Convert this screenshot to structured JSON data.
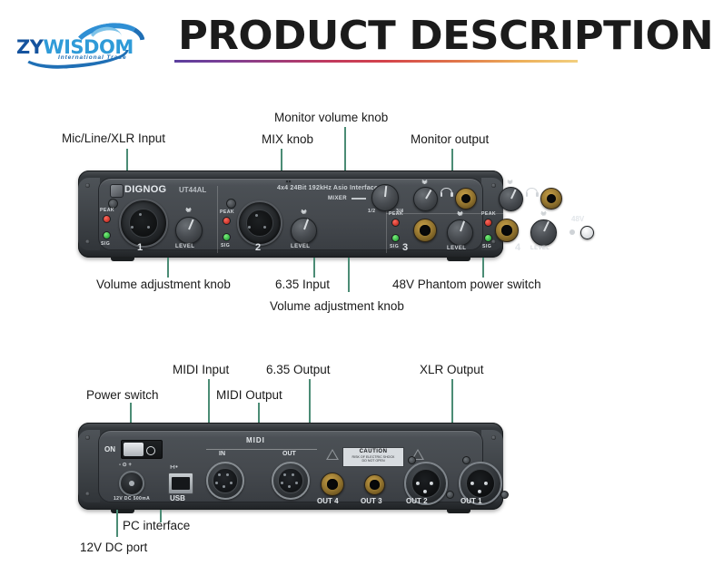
{
  "header": {
    "logo": {
      "part1": "ZY",
      "part2": "WISDOM",
      "tagline": "International Trade",
      "color_primary": "#15539e",
      "color_secondary": "#2f9bd8"
    },
    "title": "PRODUCT DESCRIPTION",
    "rule_gradient": [
      "#5b3f9e",
      "#c0395f",
      "#d4434b",
      "#edb05a",
      "#f2cf7e"
    ]
  },
  "callout_color": "#4b8c75",
  "front_panel": {
    "labels_top": [
      {
        "text": "Mic/Line/XLR Input"
      },
      {
        "text": "Monitor volume knob"
      },
      {
        "text": "MIX knob"
      },
      {
        "text": "Monitor output"
      }
    ],
    "labels_bottom": [
      {
        "text": "Volume adjustment knob"
      },
      {
        "text": "6.35 Input"
      },
      {
        "text": "Volume adjustment knob"
      },
      {
        "text": "48V Phantom power switch"
      }
    ],
    "brand": "DIGNOG",
    "model": "UT44AL",
    "spec": "4x4 24Bit 192kHz Asio Interface",
    "mixer_label": "MIXER",
    "mixer_scale_left": "1/2",
    "mixer_scale_right": "3/4",
    "phantom_label": "48V",
    "channels": [
      {
        "number": "1",
        "peak": "PEAK",
        "sig": "SIG",
        "level": "LEVEL"
      },
      {
        "number": "2",
        "peak": "PEAK",
        "sig": "SIG",
        "level": "LEVEL"
      },
      {
        "number": "3",
        "peak": "PEAK",
        "sig": "SIG",
        "level": "LEVEL"
      },
      {
        "number": "4",
        "peak": "PEAK",
        "sig": "SIG",
        "level": "LEVEL"
      }
    ]
  },
  "rear_panel": {
    "labels_top": [
      {
        "text": "Power switch"
      },
      {
        "text": "MIDI Input"
      },
      {
        "text": "MIDI Output"
      },
      {
        "text": "6.35 Output"
      },
      {
        "text": "XLR Output"
      }
    ],
    "labels_bottom": [
      {
        "text": "PC interface"
      },
      {
        "text": "12V DC port"
      }
    ],
    "power_label": "ON",
    "dc_label": "12V DC 500mA",
    "usb_label": "USB",
    "midi_label": "MIDI",
    "midi_in": "IN",
    "midi_out": "OUT",
    "caution_title": "CAUTION",
    "caution_line1": "RISK OF ELECTRIC SHOCK",
    "caution_line2": "DO NOT OPEN",
    "outputs": [
      {
        "label": "OUT 4",
        "type": "trs"
      },
      {
        "label": "OUT 3",
        "type": "trs"
      },
      {
        "label": "OUT 2",
        "type": "xlr"
      },
      {
        "label": "OUT 1",
        "type": "xlr"
      }
    ]
  }
}
